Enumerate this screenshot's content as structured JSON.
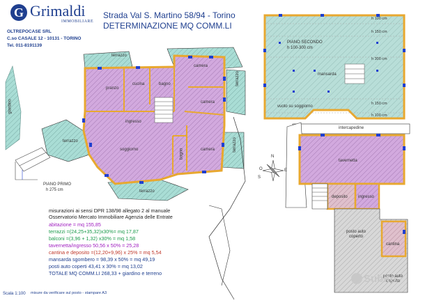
{
  "brand": {
    "logo_letter": "G",
    "name": "Grimaldi",
    "subtitle": "IMMOBILIARE",
    "agency_name": "OLTREPOCASE SRL",
    "agency_address": "C.so CASALE 12 - 10131 - TORINO",
    "agency_phone": "Tel. 011-8191139"
  },
  "header": {
    "address": "Strada Val S. Martino 58/94 - Torino",
    "title": "DETERMINAZIONE MQ COMM.LI"
  },
  "ground_plan": {
    "rooms": {
      "pranzo": "pranzo",
      "cucina": "cucina",
      "bagno": "bagno",
      "camera1": "camera",
      "camera2": "camera",
      "camera3": "camera",
      "ingresso": "ingresso",
      "soggiorno": "soggiorno",
      "bagno2": "bagno",
      "terrazzo1": "terrazzo",
      "terrazzo2": "terrazzo",
      "terrazzo3": "terrazzo",
      "terrazzo4": "terrazzo",
      "terrazzo5": "terrazzo",
      "giardino": "giardino"
    },
    "floor_label": "PIANO PRIMO",
    "floor_height": "h 275 cm"
  },
  "upper_plan": {
    "floor_label": "PIANO SECONDO",
    "floor_height": "h 100-300 cm",
    "room": "mansarda",
    "void_label": "vuoto su soggiorno",
    "heights": [
      "h 100 cm",
      "h 150 cm",
      "h 300 cm",
      "h 150 cm",
      "h 100 cm"
    ]
  },
  "basement_plan": {
    "intercapedine": "intercapedine",
    "taverna": "tavernetta",
    "deposito": "deposito",
    "ingresso": "ingresso",
    "posto_auto": "posto auto coperto",
    "posto_auto_2": "posto auto coperto",
    "cantina": "cantina"
  },
  "compass": {
    "n": "N",
    "s": "S",
    "e": "E",
    "w": "O"
  },
  "measurements": {
    "heading_1": "misurazioni ai sensi DPR 138/98 allegato 2 al manuale",
    "heading_2": "Osservatorio Mercato Immobiliare Agenzia delle Entrate",
    "lines": [
      {
        "text": "abitazione = mq 155,85",
        "color": "#a020c0"
      },
      {
        "text": "terrazzi =(24,25+35,32)x30%= mq 17,87",
        "color": "#1a9a4a"
      },
      {
        "text": "balconi =(3,96 + 1,32) x30% = mq 1,58",
        "color": "#1a9a4a"
      },
      {
        "text": "tavernetta/ingresso 50,56 x 50% = 25,28",
        "color": "#a020c0"
      },
      {
        "text": "cantina e deposito =(12,20+9,96) x 25% = mq 5,54",
        "color": "#c0392b"
      },
      {
        "text": "mansarda sgombero = 98,39 x 50% = mq 49,19",
        "color": "#1f3f8f"
      },
      {
        "text": "posti auto coperti 43,41 x 30% = mq 13,02",
        "color": "#1f3f8f"
      },
      {
        "text": "TOTALE MQ COMM.LI 268,33 + giardino e terreno",
        "color": "#1f3f8f"
      }
    ]
  },
  "footer": {
    "scale": "Scala 1:100",
    "note": "misure da verificare sul posto - stampare A3"
  },
  "watermark": "Subito",
  "colors": {
    "wall": "#e8a830",
    "window": "#1f3fd0",
    "living_fill": "#c89ad8",
    "terrace_fill": "#9fd8d0",
    "basement_fill": "#d9b5c8",
    "hatch": "#6b8a8a"
  }
}
